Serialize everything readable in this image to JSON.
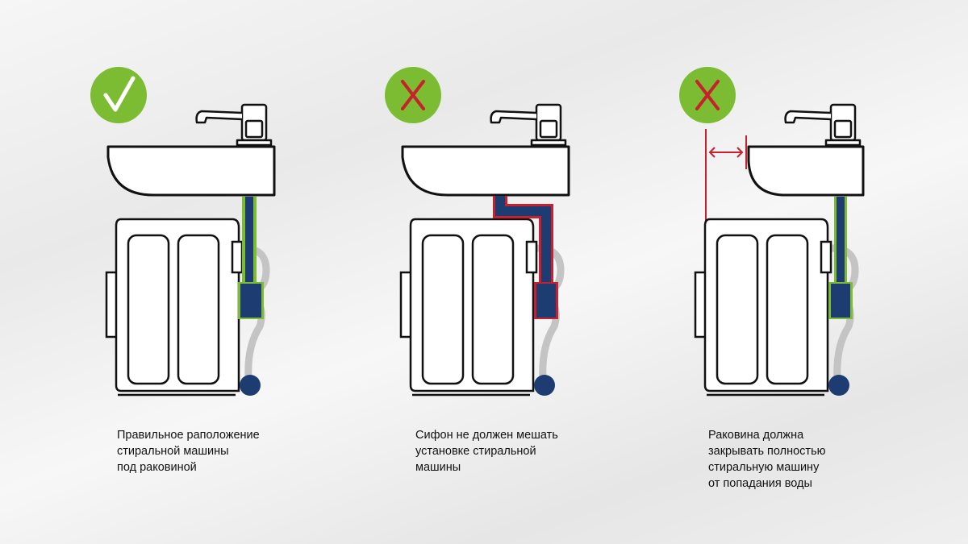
{
  "colors": {
    "ok": "#7cbc33",
    "bad": "#c8202c",
    "pipe": "#1c3c72",
    "line": "#111111",
    "hose": "#c4c4c4"
  },
  "panels": [
    {
      "status": "correct",
      "icon": "check-icon",
      "caption_lines": [
        "Правильное раположение",
        "стиральной машины",
        "под раковиной"
      ]
    },
    {
      "status": "wrong",
      "icon": "cross-icon",
      "caption_lines": [
        "Сифон не должен мешать",
        "установке стиральной",
        "машины"
      ]
    },
    {
      "status": "wrong",
      "icon": "cross-icon",
      "caption_lines": [
        "Раковина должна",
        "закрывать полностью",
        "стиральную машину",
        "от попадания воды"
      ]
    }
  ]
}
